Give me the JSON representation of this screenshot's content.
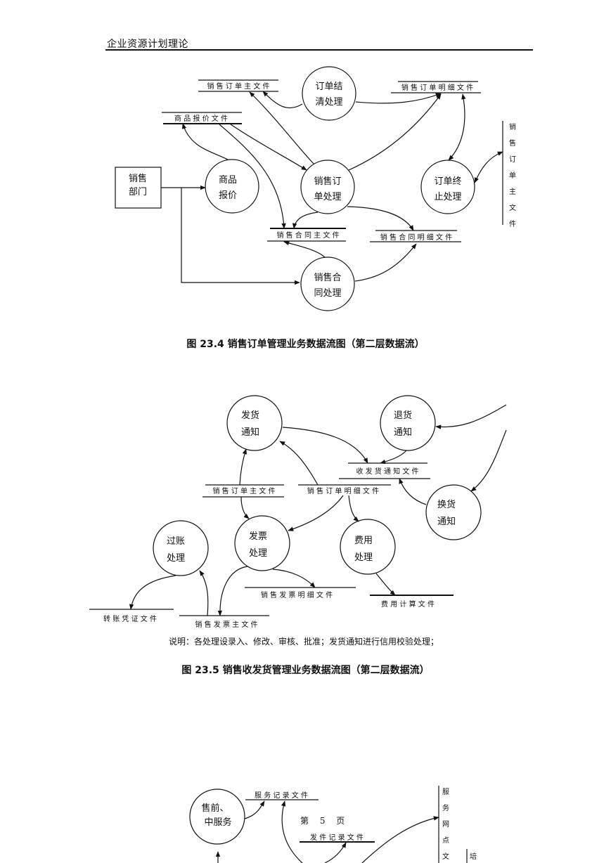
{
  "header": {
    "title": "企业资源计划理论"
  },
  "diagram1": {
    "caption": "图 23.4  销售订单管理业务数据流图（第二层数据流）",
    "processes": {
      "order_settle": [
        "订单结",
        "清处理"
      ],
      "quote": [
        "商品",
        "报价"
      ],
      "order_proc": [
        "销售订",
        "单处理"
      ],
      "order_stop": [
        "订单终",
        "止处理"
      ],
      "contract_proc": [
        "销售合",
        "同处理"
      ]
    },
    "entity": [
      "销售",
      "部门"
    ],
    "stores": {
      "order_master": "销 售 订 单 主 文 件",
      "order_detail": "销 售 订 单 明 细 文 件",
      "price_file": "商 品 报 价 文 件",
      "contract_master": "销 售 合 同 主 文 件",
      "contract_detail": "销 售 合 同 明 细 文 件",
      "order_master_vertical": [
        "销",
        "售",
        "订",
        "单",
        "主",
        "文",
        "件"
      ]
    }
  },
  "diagram2": {
    "caption": "图 23.5  销售收发货管理业务数据流图（第二层数据流）",
    "note": "说明：各处理设录入、修改、审核、批准；发货通知进行信用校验处理；",
    "processes": {
      "ship_notice": [
        "发货",
        "通知"
      ],
      "return_notice": [
        "退货",
        "通知"
      ],
      "exchange_notice": [
        "换货",
        "通知"
      ],
      "posting": [
        "过账",
        "处理"
      ],
      "invoice": [
        "发票",
        "处理"
      ],
      "fee": [
        "费用",
        "处理"
      ]
    },
    "stores": {
      "ship_receive": "收 发 货 通 知 文 件",
      "order_master": "销 售 订 单 主 文 件",
      "order_detail": "销 售 订 单 明 细 文 件",
      "invoice_detail": "销 售 发 票 明 细 文 件",
      "fee_calc": "费 用 计 算 文 件",
      "voucher": "转 账 凭 证 文 件",
      "invoice_master": "销 售 发 票 主 文 件"
    }
  },
  "diagram3": {
    "processes": {
      "presales": [
        "售前、",
        "中服务"
      ]
    },
    "stores": {
      "service_record": "服 务 记 录 文 件",
      "parts_record": "发 件 记 录 文 件",
      "service_point_vertical": [
        "服",
        "务",
        "网",
        "点",
        "文"
      ],
      "train": "培"
    }
  },
  "page": {
    "number": "第 5 页"
  }
}
